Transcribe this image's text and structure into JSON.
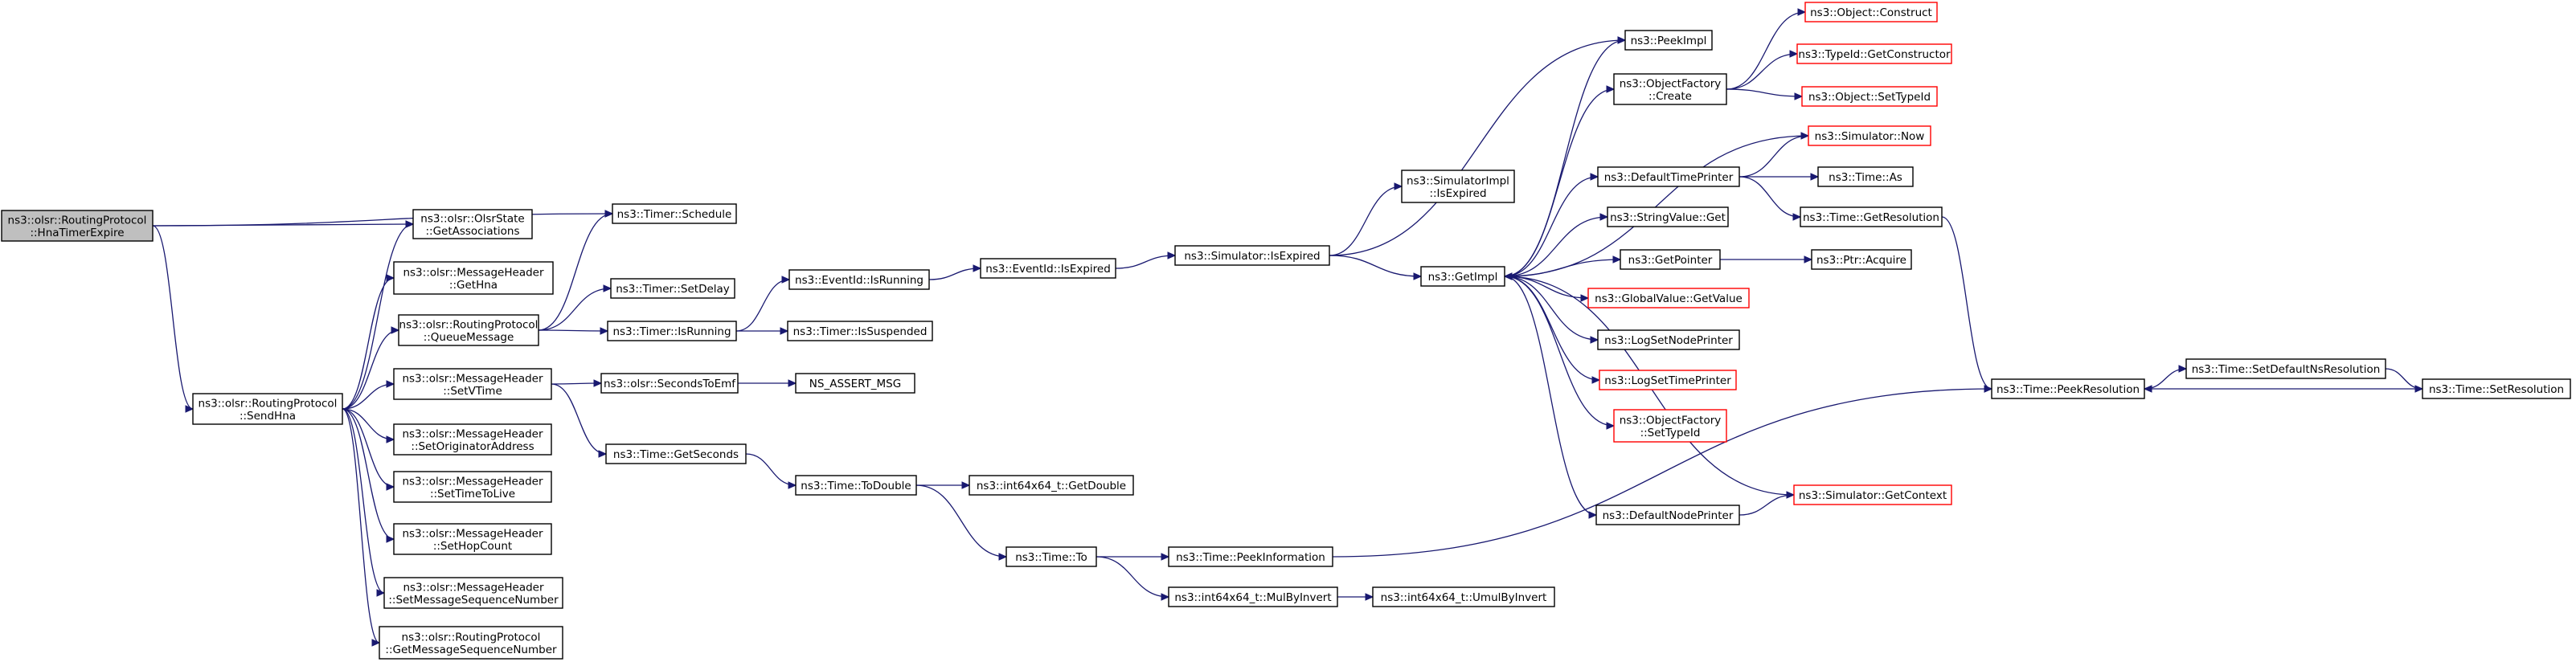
{
  "colors": {
    "edge": "#191970",
    "node_border": "#000000",
    "truncated_border": "#ff0000",
    "root_fill": "#bfbfbf",
    "node_fill": "#ffffff"
  },
  "nodes": {
    "root": {
      "lines": [
        "ns3::olsr::RoutingProtocol",
        "::HnaTimerExpire"
      ],
      "kind": "root"
    },
    "sendhna": {
      "lines": [
        "ns3::olsr::RoutingProtocol",
        "::SendHna"
      ],
      "kind": "normal"
    },
    "getassoc": {
      "lines": [
        "ns3::olsr::OlsrState",
        "::GetAssociations"
      ],
      "kind": "normal"
    },
    "schedule": {
      "lines": [
        "ns3::Timer::Schedule"
      ],
      "kind": "normal"
    },
    "gethna": {
      "lines": [
        "ns3::olsr::MessageHeader",
        "::GetHna"
      ],
      "kind": "normal"
    },
    "queuemsg": {
      "lines": [
        "ns3::olsr::RoutingProtocol",
        "::QueueMessage"
      ],
      "kind": "normal"
    },
    "setvtime": {
      "lines": [
        "ns3::olsr::MessageHeader",
        "::SetVTime"
      ],
      "kind": "normal"
    },
    "setorig": {
      "lines": [
        "ns3::olsr::MessageHeader",
        "::SetOriginatorAddress"
      ],
      "kind": "normal"
    },
    "setttl": {
      "lines": [
        "ns3::olsr::MessageHeader",
        "::SetTimeToLive"
      ],
      "kind": "normal"
    },
    "sethop": {
      "lines": [
        "ns3::olsr::MessageHeader",
        "::SetHopCount"
      ],
      "kind": "normal"
    },
    "setseq": {
      "lines": [
        "ns3::olsr::MessageHeader",
        "::SetMessageSequenceNumber"
      ],
      "kind": "normal"
    },
    "getseq": {
      "lines": [
        "ns3::olsr::RoutingProtocol",
        "::GetMessageSequenceNumber"
      ],
      "kind": "normal"
    },
    "setdelay": {
      "lines": [
        "ns3::Timer::SetDelay"
      ],
      "kind": "normal"
    },
    "timerisrunning": {
      "lines": [
        "ns3::Timer::IsRunning"
      ],
      "kind": "normal"
    },
    "secstoemf": {
      "lines": [
        "ns3::olsr::SecondsToEmf"
      ],
      "kind": "normal"
    },
    "getseconds": {
      "lines": [
        "ns3::Time::GetSeconds"
      ],
      "kind": "normal"
    },
    "eventisrunning": {
      "lines": [
        "ns3::EventId::IsRunning"
      ],
      "kind": "normal"
    },
    "issuspended": {
      "lines": [
        "ns3::Timer::IsSuspended"
      ],
      "kind": "normal"
    },
    "nsassert": {
      "lines": [
        "NS_ASSERT_MSG"
      ],
      "kind": "normal"
    },
    "todouble": {
      "lines": [
        "ns3::Time::ToDouble"
      ],
      "kind": "normal"
    },
    "eventisexpired": {
      "lines": [
        "ns3::EventId::IsExpired"
      ],
      "kind": "normal"
    },
    "getdouble": {
      "lines": [
        "ns3::int64x64_t::GetDouble"
      ],
      "kind": "normal"
    },
    "timeto": {
      "lines": [
        "ns3::Time::To"
      ],
      "kind": "normal"
    },
    "simisexpired": {
      "lines": [
        "ns3::Simulator::IsExpired"
      ],
      "kind": "normal"
    },
    "peekinfo": {
      "lines": [
        "ns3::Time::PeekInformation"
      ],
      "kind": "normal"
    },
    "mulbyinvert": {
      "lines": [
        "ns3::int64x64_t::MulByInvert"
      ],
      "kind": "normal"
    },
    "umulbyinvert": {
      "lines": [
        "ns3::int64x64_t::UmulByInvert"
      ],
      "kind": "normal"
    },
    "simimplisexpired": {
      "lines": [
        "ns3::SimulatorImpl",
        "::IsExpired"
      ],
      "kind": "normal"
    },
    "getimpl": {
      "lines": [
        "ns3::GetImpl"
      ],
      "kind": "normal"
    },
    "peekimpl": {
      "lines": [
        "ns3::PeekImpl"
      ],
      "kind": "normal"
    },
    "ofcreate": {
      "lines": [
        "ns3::ObjectFactory",
        "::Create"
      ],
      "kind": "normal"
    },
    "deftimeprinter": {
      "lines": [
        "ns3::DefaultTimePrinter"
      ],
      "kind": "normal"
    },
    "stringvalueget": {
      "lines": [
        "ns3::StringValue::Get"
      ],
      "kind": "normal"
    },
    "getpointer": {
      "lines": [
        "ns3::GetPointer"
      ],
      "kind": "normal"
    },
    "globalvalueget": {
      "lines": [
        "ns3::GlobalValue::GetValue"
      ],
      "kind": "truncated"
    },
    "lognodeprinter": {
      "lines": [
        "ns3::LogSetNodePrinter"
      ],
      "kind": "normal"
    },
    "logtimeprinter": {
      "lines": [
        "ns3::LogSetTimePrinter"
      ],
      "kind": "truncated"
    },
    "ofsettypeid": {
      "lines": [
        "ns3::ObjectFactory",
        "::SetTypeId"
      ],
      "kind": "truncated"
    },
    "defnodeprinter": {
      "lines": [
        "ns3::DefaultNodePrinter"
      ],
      "kind": "normal"
    },
    "objconstruct": {
      "lines": [
        "ns3::Object::Construct"
      ],
      "kind": "truncated"
    },
    "typeidgetctor": {
      "lines": [
        "ns3::TypeId::GetConstructor"
      ],
      "kind": "truncated"
    },
    "objsettypeid": {
      "lines": [
        "ns3::Object::SetTypeId"
      ],
      "kind": "truncated"
    },
    "simnow": {
      "lines": [
        "ns3::Simulator::Now"
      ],
      "kind": "truncated"
    },
    "timeas": {
      "lines": [
        "ns3::Time::As"
      ],
      "kind": "normal"
    },
    "getresolution": {
      "lines": [
        "ns3::Time::GetResolution"
      ],
      "kind": "normal"
    },
    "ptracquire": {
      "lines": [
        "ns3::Ptr::Acquire"
      ],
      "kind": "normal"
    },
    "simgetcontext": {
      "lines": [
        "ns3::Simulator::GetContext"
      ],
      "kind": "truncated"
    },
    "peekresolution": {
      "lines": [
        "ns3::Time::PeekResolution"
      ],
      "kind": "normal"
    },
    "setdefaultnsres": {
      "lines": [
        "ns3::Time::SetDefaultNsResolution"
      ],
      "kind": "normal"
    },
    "setresolution": {
      "lines": [
        "ns3::Time::SetResolution"
      ],
      "kind": "normal"
    }
  },
  "edges": [
    [
      "root",
      "sendhna"
    ],
    [
      "root",
      "getassoc"
    ],
    [
      "root",
      "schedule"
    ],
    [
      "sendhna",
      "getassoc"
    ],
    [
      "sendhna",
      "gethna"
    ],
    [
      "sendhna",
      "queuemsg"
    ],
    [
      "sendhna",
      "setvtime"
    ],
    [
      "sendhna",
      "setorig"
    ],
    [
      "sendhna",
      "setttl"
    ],
    [
      "sendhna",
      "sethop"
    ],
    [
      "sendhna",
      "setseq"
    ],
    [
      "sendhna",
      "getseq"
    ],
    [
      "queuemsg",
      "schedule"
    ],
    [
      "queuemsg",
      "setdelay"
    ],
    [
      "queuemsg",
      "timerisrunning"
    ],
    [
      "setvtime",
      "secstoemf"
    ],
    [
      "setvtime",
      "getseconds"
    ],
    [
      "timerisrunning",
      "eventisrunning"
    ],
    [
      "timerisrunning",
      "issuspended"
    ],
    [
      "secstoemf",
      "nsassert"
    ],
    [
      "getseconds",
      "todouble"
    ],
    [
      "eventisrunning",
      "eventisexpired"
    ],
    [
      "todouble",
      "getdouble"
    ],
    [
      "todouble",
      "timeto"
    ],
    [
      "eventisexpired",
      "simisexpired"
    ],
    [
      "timeto",
      "peekinfo"
    ],
    [
      "timeto",
      "mulbyinvert"
    ],
    [
      "mulbyinvert",
      "umulbyinvert"
    ],
    [
      "simisexpired",
      "simimplisexpired"
    ],
    [
      "simisexpired",
      "getimpl"
    ],
    [
      "simisexpired",
      "peekimpl"
    ],
    [
      "getimpl",
      "peekimpl"
    ],
    [
      "getimpl",
      "ofcreate"
    ],
    [
      "getimpl",
      "deftimeprinter"
    ],
    [
      "getimpl",
      "stringvalueget"
    ],
    [
      "getimpl",
      "getpointer"
    ],
    [
      "getimpl",
      "globalvalueget"
    ],
    [
      "getimpl",
      "lognodeprinter"
    ],
    [
      "getimpl",
      "logtimeprinter"
    ],
    [
      "getimpl",
      "ofsettypeid"
    ],
    [
      "getimpl",
      "defnodeprinter"
    ],
    [
      "ofcreate",
      "objconstruct"
    ],
    [
      "ofcreate",
      "typeidgetctor"
    ],
    [
      "ofcreate",
      "objsettypeid"
    ],
    [
      "deftimeprinter",
      "simnow"
    ],
    [
      "deftimeprinter",
      "timeas"
    ],
    [
      "deftimeprinter",
      "getresolution"
    ],
    [
      "getpointer",
      "ptracquire"
    ],
    [
      "defnodeprinter",
      "simgetcontext"
    ],
    [
      "simgetcontext",
      "getimpl"
    ],
    [
      "simnow",
      "getimpl"
    ],
    [
      "peekinfo",
      "peekresolution"
    ],
    [
      "getresolution",
      "peekresolution"
    ],
    [
      "peekresolution",
      "setdefaultnsres"
    ],
    [
      "setdefaultnsres",
      "setresolution"
    ],
    [
      "setresolution",
      "peekresolution"
    ]
  ]
}
